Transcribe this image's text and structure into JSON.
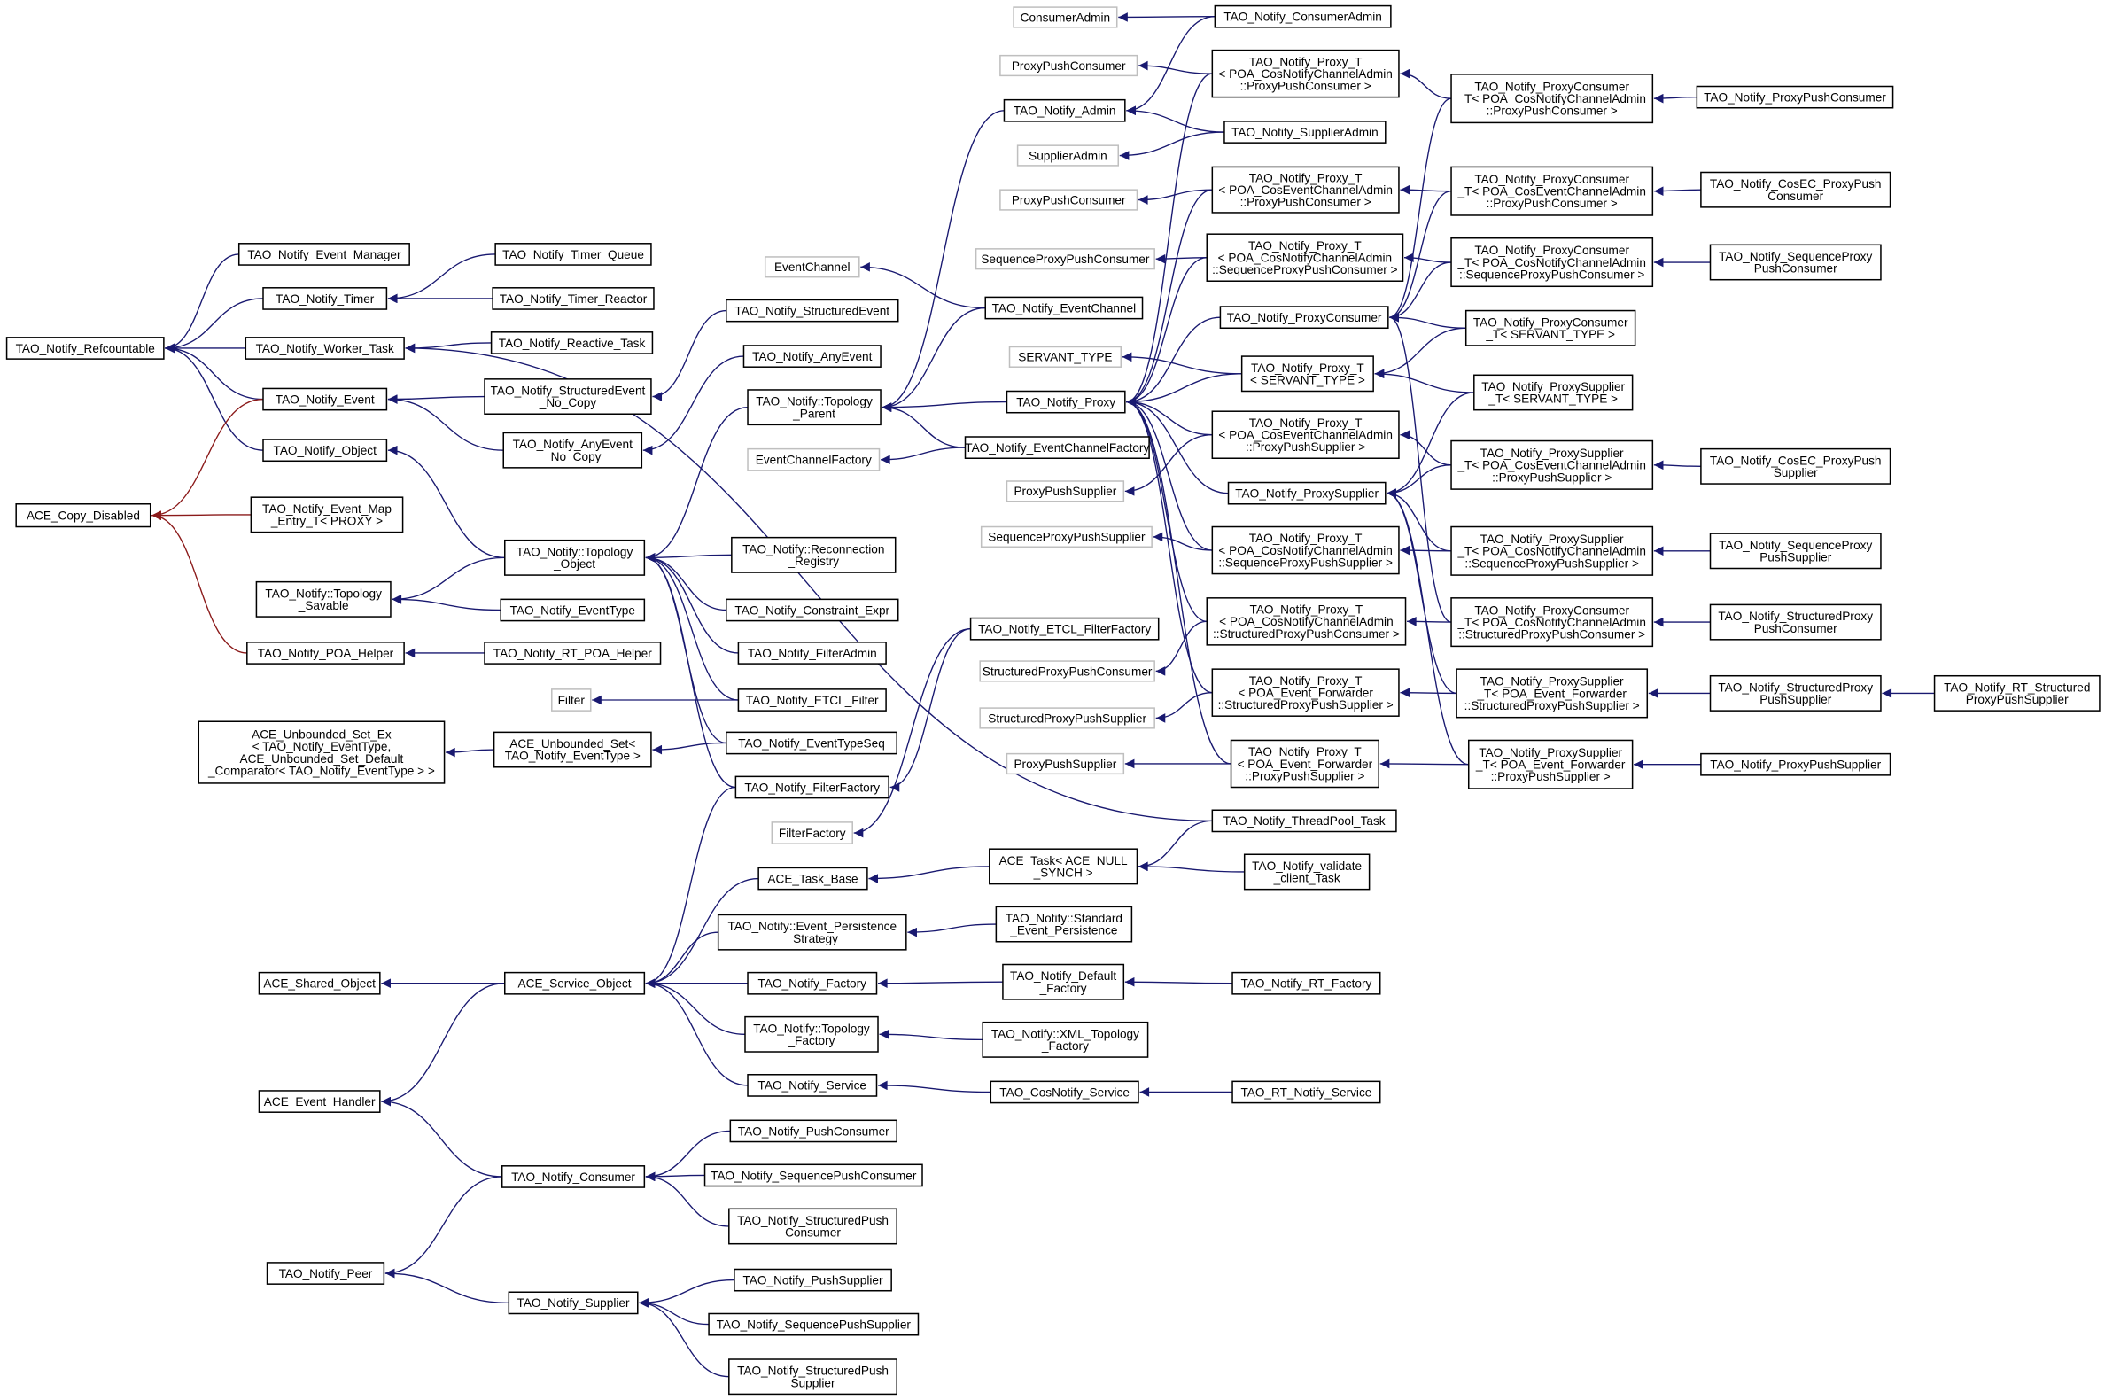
{
  "colors": {
    "edge": "#191970",
    "edge_private": "#8b1a1a",
    "node_border": "#000000",
    "external_border": "#bfbfbf"
  },
  "nodes": [
    {
      "id": "refc",
      "lines": [
        "TAO_Notify_Refcountable"
      ]
    },
    {
      "id": "copyd",
      "lines": [
        "ACE_Copy_Disabled"
      ]
    },
    {
      "id": "usetex",
      "lines": [
        "ACE_Unbounded_Set_Ex",
        "< TAO_Notify_EventType,",
        "ACE_Unbounded_Set_Default",
        "_Comparator< TAO_Notify_EventType > >"
      ]
    },
    {
      "id": "shared",
      "lines": [
        "ACE_Shared_Object"
      ]
    },
    {
      "id": "evh",
      "lines": [
        "ACE_Event_Handler"
      ]
    },
    {
      "id": "peer",
      "lines": [
        "TAO_Notify_Peer"
      ]
    },
    {
      "id": "evmgr",
      "lines": [
        "TAO_Notify_Event_Manager"
      ]
    },
    {
      "id": "timer",
      "lines": [
        "TAO_Notify_Timer"
      ]
    },
    {
      "id": "worker",
      "lines": [
        "TAO_Notify_Worker_Task"
      ]
    },
    {
      "id": "event",
      "lines": [
        "TAO_Notify_Event"
      ]
    },
    {
      "id": "object",
      "lines": [
        "TAO_Notify_Object"
      ]
    },
    {
      "id": "mapentry",
      "lines": [
        "TAO_Notify_Event_Map",
        "_Entry_T< PROXY >"
      ]
    },
    {
      "id": "savable",
      "lines": [
        "TAO_Notify::Topology",
        "_Savable"
      ]
    },
    {
      "id": "poahelper",
      "lines": [
        "TAO_Notify_POA_Helper"
      ]
    },
    {
      "id": "tqueue",
      "lines": [
        "TAO_Notify_Timer_Queue"
      ]
    },
    {
      "id": "treactor",
      "lines": [
        "TAO_Notify_Timer_Reactor"
      ]
    },
    {
      "id": "reactive",
      "lines": [
        "TAO_Notify_Reactive_Task"
      ]
    },
    {
      "id": "sevnc",
      "lines": [
        "TAO_Notify_StructuredEvent",
        "_No_Copy"
      ]
    },
    {
      "id": "aevnc",
      "lines": [
        "TAO_Notify_AnyEvent",
        "_No_Copy"
      ]
    },
    {
      "id": "topobj",
      "lines": [
        "TAO_Notify::Topology",
        "_Object"
      ]
    },
    {
      "id": "evtype",
      "lines": [
        "TAO_Notify_EventType"
      ]
    },
    {
      "id": "rtpoa",
      "lines": [
        "TAO_Notify_RT_POA_Helper"
      ]
    },
    {
      "id": "uset",
      "lines": [
        "ACE_Unbounded_Set<",
        "TAO_Notify_EventType >"
      ]
    },
    {
      "id": "svcobj",
      "lines": [
        "ACE_Service_Object"
      ]
    },
    {
      "id": "consumer",
      "lines": [
        "TAO_Notify_Consumer"
      ]
    },
    {
      "id": "supplier",
      "lines": [
        "TAO_Notify_Supplier"
      ]
    },
    {
      "id": "sev",
      "lines": [
        "TAO_Notify_StructuredEvent"
      ]
    },
    {
      "id": "aev",
      "lines": [
        "TAO_Notify_AnyEvent"
      ]
    },
    {
      "id": "topparent",
      "lines": [
        "TAO_Notify::Topology",
        "_Parent"
      ]
    },
    {
      "id": "ecf_g",
      "lines": [
        "EventChannelFactory"
      ],
      "external": true
    },
    {
      "id": "reconn",
      "lines": [
        "TAO_Notify::Reconnection",
        "_Registry"
      ]
    },
    {
      "id": "constr",
      "lines": [
        "TAO_Notify_Constraint_Expr"
      ]
    },
    {
      "id": "fadmin",
      "lines": [
        "TAO_Notify_FilterAdmin"
      ]
    },
    {
      "id": "filter_g",
      "lines": [
        "Filter"
      ],
      "external": true
    },
    {
      "id": "etclf",
      "lines": [
        "TAO_Notify_ETCL_Filter"
      ]
    },
    {
      "id": "etseq",
      "lines": [
        "TAO_Notify_EventTypeSeq"
      ]
    },
    {
      "id": "ffact",
      "lines": [
        "TAO_Notify_FilterFactory"
      ]
    },
    {
      "id": "ffact_g",
      "lines": [
        "FilterFactory"
      ],
      "external": true
    },
    {
      "id": "taskbase",
      "lines": [
        "ACE_Task_Base"
      ]
    },
    {
      "id": "persist",
      "lines": [
        "TAO_Notify::Event_Persistence",
        "_Strategy"
      ]
    },
    {
      "id": "factory",
      "lines": [
        "TAO_Notify_Factory"
      ]
    },
    {
      "id": "topfact",
      "lines": [
        "TAO_Notify::Topology",
        "_Factory"
      ]
    },
    {
      "id": "service",
      "lines": [
        "TAO_Notify_Service"
      ]
    },
    {
      "id": "pushc",
      "lines": [
        "TAO_Notify_PushConsumer"
      ]
    },
    {
      "id": "seqpc",
      "lines": [
        "TAO_Notify_SequencePushConsumer"
      ]
    },
    {
      "id": "strpc",
      "lines": [
        "TAO_Notify_StructuredPush",
        "Consumer"
      ]
    },
    {
      "id": "pushs",
      "lines": [
        "TAO_Notify_PushSupplier"
      ]
    },
    {
      "id": "seqps",
      "lines": [
        "TAO_Notify_SequencePushSupplier"
      ]
    },
    {
      "id": "strps",
      "lines": [
        "TAO_Notify_StructuredPush",
        "Supplier"
      ]
    },
    {
      "id": "ca_g",
      "lines": [
        "ConsumerAdmin"
      ],
      "external": true
    },
    {
      "id": "ppc_g1",
      "lines": [
        "ProxyPushConsumer"
      ],
      "external": true
    },
    {
      "id": "admin",
      "lines": [
        "TAO_Notify_Admin"
      ]
    },
    {
      "id": "sa_g",
      "lines": [
        "SupplierAdmin"
      ],
      "external": true
    },
    {
      "id": "ppc_g2",
      "lines": [
        "ProxyPushConsumer"
      ],
      "external": true
    },
    {
      "id": "ec_g",
      "lines": [
        "EventChannel"
      ],
      "external": true
    },
    {
      "id": "sppc_g",
      "lines": [
        "SequenceProxyPushConsumer"
      ],
      "external": true
    },
    {
      "id": "ec",
      "lines": [
        "TAO_Notify_EventChannel"
      ]
    },
    {
      "id": "st_g",
      "lines": [
        "SERVANT_TYPE"
      ],
      "external": true
    },
    {
      "id": "proxy",
      "lines": [
        "TAO_Notify_Proxy"
      ]
    },
    {
      "id": "ecf",
      "lines": [
        "TAO_Notify_EventChannelFactory"
      ]
    },
    {
      "id": "pps_g1",
      "lines": [
        "ProxyPushSupplier"
      ],
      "external": true
    },
    {
      "id": "spps_g",
      "lines": [
        "SequenceProxyPushSupplier"
      ],
      "external": true
    },
    {
      "id": "etclff",
      "lines": [
        "TAO_Notify_ETCL_FilterFactory"
      ]
    },
    {
      "id": "strppc_g",
      "lines": [
        "StructuredProxyPushConsumer"
      ],
      "external": true
    },
    {
      "id": "strpps_g",
      "lines": [
        "StructuredProxyPushSupplier"
      ],
      "external": true
    },
    {
      "id": "pps_g2",
      "lines": [
        "ProxyPushSupplier"
      ],
      "external": true
    },
    {
      "id": "acetask",
      "lines": [
        "ACE_Task< ACE_NULL",
        "_SYNCH >"
      ]
    },
    {
      "id": "stdpersist",
      "lines": [
        "TAO_Notify::Standard",
        "_Event_Persistence"
      ]
    },
    {
      "id": "deffact",
      "lines": [
        "TAO_Notify_Default",
        "_Factory"
      ]
    },
    {
      "id": "xmlfact",
      "lines": [
        "TAO_Notify::XML_Topology",
        "_Factory"
      ]
    },
    {
      "id": "cosnsvc",
      "lines": [
        "TAO_CosNotify_Service"
      ]
    },
    {
      "id": "cadmin",
      "lines": [
        "TAO_Notify_ConsumerAdmin"
      ]
    },
    {
      "id": "pt1",
      "lines": [
        "TAO_Notify_Proxy_T",
        "< POA_CosNotifyChannelAdmin",
        "::ProxyPushConsumer >"
      ]
    },
    {
      "id": "sadmin",
      "lines": [
        "TAO_Notify_SupplierAdmin"
      ]
    },
    {
      "id": "pt2",
      "lines": [
        "TAO_Notify_Proxy_T",
        "< POA_CosEventChannelAdmin",
        "::ProxyPushConsumer >"
      ]
    },
    {
      "id": "pt3",
      "lines": [
        "TAO_Notify_Proxy_T",
        "< POA_CosNotifyChannelAdmin",
        "::SequenceProxyPushConsumer >"
      ]
    },
    {
      "id": "pcons",
      "lines": [
        "TAO_Notify_ProxyConsumer"
      ]
    },
    {
      "id": "ptst",
      "lines": [
        "TAO_Notify_Proxy_T",
        "< SERVANT_TYPE >"
      ]
    },
    {
      "id": "pt4",
      "lines": [
        "TAO_Notify_Proxy_T",
        "< POA_CosEventChannelAdmin",
        "::ProxyPushSupplier >"
      ]
    },
    {
      "id": "psup",
      "lines": [
        "TAO_Notify_ProxySupplier"
      ]
    },
    {
      "id": "pt5",
      "lines": [
        "TAO_Notify_Proxy_T",
        "< POA_CosNotifyChannelAdmin",
        "::SequenceProxyPushSupplier >"
      ]
    },
    {
      "id": "pt6",
      "lines": [
        "TAO_Notify_Proxy_T",
        "< POA_CosNotifyChannelAdmin",
        "::StructuredProxyPushConsumer >"
      ]
    },
    {
      "id": "pt7",
      "lines": [
        "TAO_Notify_Proxy_T",
        "< POA_Event_Forwarder",
        "::StructuredProxyPushSupplier >"
      ]
    },
    {
      "id": "pt8",
      "lines": [
        "TAO_Notify_Proxy_T",
        "< POA_Event_Forwarder",
        "::ProxyPushSupplier >"
      ]
    },
    {
      "id": "tpool",
      "lines": [
        "TAO_Notify_ThreadPool_Task"
      ]
    },
    {
      "id": "validate",
      "lines": [
        "TAO_Notify_validate",
        "_client_Task"
      ]
    },
    {
      "id": "rtfact",
      "lines": [
        "TAO_Notify_RT_Factory"
      ]
    },
    {
      "id": "rtsvc",
      "lines": [
        "TAO_RT_Notify_Service"
      ]
    },
    {
      "id": "pc1",
      "lines": [
        "TAO_Notify_ProxyConsumer",
        "_T< POA_CosNotifyChannelAdmin",
        "::ProxyPushConsumer >"
      ]
    },
    {
      "id": "pc2",
      "lines": [
        "TAO_Notify_ProxyConsumer",
        "_T< POA_CosEventChannelAdmin",
        "::ProxyPushConsumer >"
      ]
    },
    {
      "id": "pc3",
      "lines": [
        "TAO_Notify_ProxyConsumer",
        "_T< POA_CosNotifyChannelAdmin",
        "::SequenceProxyPushConsumer >"
      ]
    },
    {
      "id": "pcst",
      "lines": [
        "TAO_Notify_ProxyConsumer",
        "_T< SERVANT_TYPE >"
      ]
    },
    {
      "id": "psst",
      "lines": [
        "TAO_Notify_ProxySupplier",
        "_T< SERVANT_TYPE >"
      ]
    },
    {
      "id": "ps1",
      "lines": [
        "TAO_Notify_ProxySupplier",
        "_T< POA_CosEventChannelAdmin",
        "::ProxyPushSupplier >"
      ]
    },
    {
      "id": "ps2",
      "lines": [
        "TAO_Notify_ProxySupplier",
        "_T< POA_CosNotifyChannelAdmin",
        "::SequenceProxyPushSupplier >"
      ]
    },
    {
      "id": "pc4",
      "lines": [
        "TAO_Notify_ProxyConsumer",
        "_T< POA_CosNotifyChannelAdmin",
        "::StructuredProxyPushConsumer >"
      ]
    },
    {
      "id": "ps3",
      "lines": [
        "TAO_Notify_ProxySupplier",
        "_T< POA_Event_Forwarder",
        "::StructuredProxyPushSupplier >"
      ]
    },
    {
      "id": "ps4",
      "lines": [
        "TAO_Notify_ProxySupplier",
        "_T< POA_Event_Forwarder",
        "::ProxyPushSupplier >"
      ]
    },
    {
      "id": "l1",
      "lines": [
        "TAO_Notify_ProxyPushConsumer"
      ]
    },
    {
      "id": "l2",
      "lines": [
        "TAO_Notify_CosEC_ProxyPush",
        "Consumer"
      ]
    },
    {
      "id": "l3",
      "lines": [
        "TAO_Notify_SequenceProxy",
        "PushConsumer"
      ]
    },
    {
      "id": "l4",
      "lines": [
        "TAO_Notify_CosEC_ProxyPush",
        "Supplier"
      ]
    },
    {
      "id": "l5",
      "lines": [
        "TAO_Notify_SequenceProxy",
        "PushSupplier"
      ]
    },
    {
      "id": "l6",
      "lines": [
        "TAO_Notify_StructuredProxy",
        "PushConsumer"
      ]
    },
    {
      "id": "l7",
      "lines": [
        "TAO_Notify_StructuredProxy",
        "PushSupplier"
      ]
    },
    {
      "id": "l8",
      "lines": [
        "TAO_Notify_ProxyPushSupplier"
      ]
    },
    {
      "id": "rtsps",
      "lines": [
        "TAO_Notify_RT_Structured",
        "ProxyPushSupplier"
      ]
    }
  ],
  "edges": [
    [
      "evmgr",
      "refc",
      "public"
    ],
    [
      "timer",
      "refc",
      "public"
    ],
    [
      "worker",
      "refc",
      "public"
    ],
    [
      "event",
      "refc",
      "public"
    ],
    [
      "object",
      "refc",
      "public"
    ],
    [
      "tqueue",
      "timer",
      "public"
    ],
    [
      "treactor",
      "timer",
      "public"
    ],
    [
      "reactive",
      "worker",
      "public"
    ],
    [
      "tpool",
      "worker",
      "public"
    ],
    [
      "sevnc",
      "event",
      "public"
    ],
    [
      "aevnc",
      "event",
      "public"
    ],
    [
      "sev",
      "sevnc",
      "public"
    ],
    [
      "aev",
      "aevnc",
      "public"
    ],
    [
      "event",
      "copyd",
      "private"
    ],
    [
      "mapentry",
      "copyd",
      "private"
    ],
    [
      "poahelper",
      "copyd",
      "private"
    ],
    [
      "topobj",
      "object",
      "public"
    ],
    [
      "topobj",
      "savable",
      "public"
    ],
    [
      "evtype",
      "savable",
      "public"
    ],
    [
      "rtpoa",
      "poahelper",
      "public"
    ],
    [
      "topparent",
      "topobj",
      "public"
    ],
    [
      "reconn",
      "topobj",
      "public"
    ],
    [
      "constr",
      "topobj",
      "public"
    ],
    [
      "fadmin",
      "topobj",
      "public"
    ],
    [
      "etclf",
      "topobj",
      "public"
    ],
    [
      "etseq",
      "topobj",
      "public"
    ],
    [
      "ffact",
      "topobj",
      "public"
    ],
    [
      "etclf",
      "filter_g",
      "public"
    ],
    [
      "etseq",
      "uset",
      "public"
    ],
    [
      "uset",
      "usetex",
      "public"
    ],
    [
      "ffact",
      "svcobj",
      "public"
    ],
    [
      "etclff",
      "ffact",
      "public"
    ],
    [
      "etclff",
      "ffact_g",
      "public"
    ],
    [
      "admin",
      "topparent",
      "public"
    ],
    [
      "ec",
      "topparent",
      "public"
    ],
    [
      "proxy",
      "topparent",
      "public"
    ],
    [
      "ecf",
      "topparent",
      "public"
    ],
    [
      "ec",
      "ec_g",
      "public"
    ],
    [
      "ecf",
      "ecf_g",
      "public"
    ],
    [
      "cadmin",
      "ca_g",
      "public"
    ],
    [
      "cadmin",
      "admin",
      "public"
    ],
    [
      "sadmin",
      "admin",
      "public"
    ],
    [
      "sadmin",
      "sa_g",
      "public"
    ],
    [
      "pt1",
      "ppc_g1",
      "public"
    ],
    [
      "pt2",
      "ppc_g2",
      "public"
    ],
    [
      "pt3",
      "sppc_g",
      "public"
    ],
    [
      "pt4",
      "pps_g1",
      "public"
    ],
    [
      "pt5",
      "spps_g",
      "public"
    ],
    [
      "pt6",
      "strppc_g",
      "public"
    ],
    [
      "pt7",
      "strpps_g",
      "public"
    ],
    [
      "pt8",
      "pps_g2",
      "public"
    ],
    [
      "pt1",
      "proxy",
      "public"
    ],
    [
      "pt2",
      "proxy",
      "public"
    ],
    [
      "pt3",
      "proxy",
      "public"
    ],
    [
      "pt4",
      "proxy",
      "public"
    ],
    [
      "pt5",
      "proxy",
      "public"
    ],
    [
      "pt6",
      "proxy",
      "public"
    ],
    [
      "pt7",
      "proxy",
      "public"
    ],
    [
      "pt8",
      "proxy",
      "public"
    ],
    [
      "ptst",
      "st_g",
      "public"
    ],
    [
      "ptst",
      "proxy",
      "public"
    ],
    [
      "pcons",
      "proxy",
      "public"
    ],
    [
      "psup",
      "proxy",
      "public"
    ],
    [
      "pc1",
      "pt1",
      "public"
    ],
    [
      "pc2",
      "pt2",
      "public"
    ],
    [
      "pc3",
      "pt3",
      "public"
    ],
    [
      "ps1",
      "pt4",
      "public"
    ],
    [
      "ps2",
      "pt5",
      "public"
    ],
    [
      "pc4",
      "pt6",
      "public"
    ],
    [
      "ps3",
      "pt7",
      "public"
    ],
    [
      "ps4",
      "pt8",
      "public"
    ],
    [
      "pc1",
      "pcons",
      "public"
    ],
    [
      "pc2",
      "pcons",
      "public"
    ],
    [
      "pc3",
      "pcons",
      "public"
    ],
    [
      "pc4",
      "pcons",
      "public"
    ],
    [
      "pcst",
      "pcons",
      "public"
    ],
    [
      "ps1",
      "psup",
      "public"
    ],
    [
      "ps2",
      "psup",
      "public"
    ],
    [
      "ps3",
      "psup",
      "public"
    ],
    [
      "ps4",
      "psup",
      "public"
    ],
    [
      "psst",
      "psup",
      "public"
    ],
    [
      "pcst",
      "ptst",
      "public"
    ],
    [
      "psst",
      "ptst",
      "public"
    ],
    [
      "l1",
      "pc1",
      "public"
    ],
    [
      "l2",
      "pc2",
      "public"
    ],
    [
      "l3",
      "pc3",
      "public"
    ],
    [
      "l4",
      "ps1",
      "public"
    ],
    [
      "l5",
      "ps2",
      "public"
    ],
    [
      "l6",
      "pc4",
      "public"
    ],
    [
      "l7",
      "ps3",
      "public"
    ],
    [
      "l8",
      "ps4",
      "public"
    ],
    [
      "rtsps",
      "l7",
      "public"
    ],
    [
      "taskbase",
      "svcobj",
      "public"
    ],
    [
      "acetask",
      "taskbase",
      "public"
    ],
    [
      "tpool",
      "acetask",
      "public"
    ],
    [
      "validate",
      "acetask",
      "public"
    ],
    [
      "persist",
      "svcobj",
      "public"
    ],
    [
      "stdpersist",
      "persist",
      "public"
    ],
    [
      "factory",
      "svcobj",
      "public"
    ],
    [
      "deffact",
      "factory",
      "public"
    ],
    [
      "rtfact",
      "deffact",
      "public"
    ],
    [
      "topfact",
      "svcobj",
      "public"
    ],
    [
      "xmlfact",
      "topfact",
      "public"
    ],
    [
      "service",
      "svcobj",
      "public"
    ],
    [
      "cosnsvc",
      "service",
      "public"
    ],
    [
      "rtsvc",
      "cosnsvc",
      "public"
    ],
    [
      "svcobj",
      "shared",
      "public"
    ],
    [
      "svcobj",
      "evh",
      "public"
    ],
    [
      "consumer",
      "evh",
      "public"
    ],
    [
      "consumer",
      "peer",
      "public"
    ],
    [
      "supplier",
      "peer",
      "public"
    ],
    [
      "pushc",
      "consumer",
      "public"
    ],
    [
      "seqpc",
      "consumer",
      "public"
    ],
    [
      "strpc",
      "consumer",
      "public"
    ],
    [
      "pushs",
      "supplier",
      "public"
    ],
    [
      "seqps",
      "supplier",
      "public"
    ],
    [
      "strps",
      "supplier",
      "public"
    ]
  ]
}
